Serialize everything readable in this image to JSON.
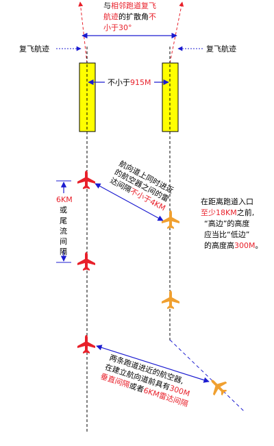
{
  "labels": {
    "divergence_line1_a": "与",
    "divergence_line1_b": "相邻跑道复飞",
    "divergence_line2_a": "航迹",
    "divergence_line2_b": "的扩散角",
    "divergence_line2_c": "不",
    "divergence_line3": "小于30°",
    "go_around_left": "复飞航迹",
    "go_around_right": "复飞航迹",
    "runway_spacing_a": "不小于",
    "runway_spacing_b": "915M",
    "radar_line1": "航向道上同时进近",
    "radar_line2": "的航空器之间的雷",
    "radar_line3_a": "达间隔",
    "radar_line3_b": "不小于4KM",
    "wake_value": "6KM",
    "wake_or": "或",
    "wake_chars": [
      "尾",
      "流",
      "间",
      "隔"
    ],
    "high_low_line1": "在距离跑道入口",
    "high_low_line2_a": "至少18KM",
    "high_low_line2_b": "之前,",
    "high_low_line3": "“高边”的高度",
    "high_low_line4": "应当比“低边”",
    "high_low_line5_a": "的高度高",
    "high_low_line5_b": "300M",
    "high_low_line5_c": "。",
    "bottom_line1": "两条跑道进近的航空器,",
    "bottom_line2_a": "在建立航向道前具有",
    "bottom_line2_b": "300M",
    "bottom_line3_a": "垂直间隔",
    "bottom_line3_b": "或者",
    "bottom_line3_c": "6KM雷达间隔"
  },
  "colors": {
    "accent_red": "#e8202a",
    "arrow_blue": "#1b1bd0",
    "runway_yellow": "#ffff00",
    "aircraft_red": "#e8202a",
    "aircraft_orange": "#f0a030"
  },
  "icons": {
    "aircraft": "airplane-icon"
  }
}
